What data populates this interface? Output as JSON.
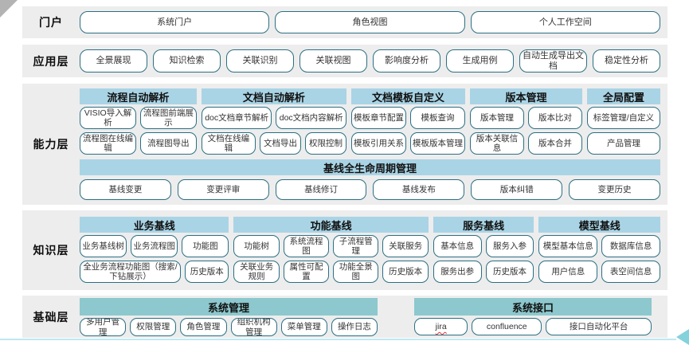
{
  "colors": {
    "band_gray": "#ededed",
    "header_blue": "#a9d4e5",
    "header_teal": "#8cc8cd",
    "box_border": "#2b6f83",
    "accent_line": "#bfe7f1",
    "arrow": "#84d2dc",
    "misspell_underline": "#e03030"
  },
  "layers": {
    "portal": {
      "label": "门户",
      "items": [
        "系统门户",
        "角色视图",
        "个人工作空间"
      ]
    },
    "application": {
      "label": "应用层",
      "items": [
        "全景展现",
        "知识检索",
        "关联识别",
        "关联视图",
        "影响度分析",
        "生成用例",
        "自动生成导出文档",
        "稳定性分析"
      ]
    },
    "capability": {
      "label": "能力层",
      "groups": [
        {
          "title": "流程自动解析",
          "rows": [
            [
              "VISIO导入解析",
              "流程图前端展示"
            ],
            [
              "流程图在线编辑",
              "流程图导出"
            ]
          ]
        },
        {
          "title": "文档自动解析",
          "rows": [
            [
              "doc文档章节解析",
              "doc文档内容解析"
            ],
            [
              "文档在线编辑",
              "文档导出",
              "权限控制"
            ]
          ]
        },
        {
          "title": "文档模板自定义",
          "rows": [
            [
              "模板章节配置",
              "模板查询"
            ],
            [
              "模板引用关系",
              "模板版本管理"
            ]
          ]
        },
        {
          "title": "版本管理",
          "rows": [
            [
              "版本管理",
              "版本比对"
            ],
            [
              "版本关联信息",
              "版本合并"
            ]
          ]
        },
        {
          "title": "全局配置",
          "rows": [
            [
              "标签管理/自定义"
            ],
            [
              "产品管理"
            ]
          ]
        }
      ],
      "baseline": {
        "title": "基线全生命周期管理",
        "items": [
          "基线变更",
          "变更评审",
          "基线修订",
          "基线发布",
          "版本纠错",
          "变更历史"
        ]
      }
    },
    "knowledge": {
      "label": "知识层",
      "groups": [
        {
          "title": "业务基线",
          "rows": [
            [
              "业务基线树",
              "业务流程图",
              "功能图"
            ],
            [
              "全业务流程功能图（搜索/下钻展示）",
              "历史版本"
            ]
          ]
        },
        {
          "title": "功能基线",
          "rows": [
            [
              "功能树",
              "系统流程图",
              "子流程管理",
              "关联服务"
            ],
            [
              "关联业务规则",
              "属性可配置",
              "功能全景图",
              "历史版本"
            ]
          ]
        },
        {
          "title": "服务基线",
          "rows": [
            [
              "基本信息",
              "服务入参"
            ],
            [
              "服务出参",
              "历史版本"
            ]
          ]
        },
        {
          "title": "模型基线",
          "rows": [
            [
              "模型基本信息",
              "数据库信息"
            ],
            [
              "用户信息",
              "表空间信息"
            ]
          ]
        }
      ]
    },
    "foundation": {
      "label": "基础层",
      "groups": [
        {
          "title": "系统管理",
          "rows": [
            [
              "多用户管理",
              "权限管理",
              "角色管理",
              "组织机构管理",
              "菜单管理",
              "操作日志"
            ]
          ]
        },
        {
          "title": "系统接口",
          "rows": [
            [
              "jira",
              "confluence",
              "接口自动化平台"
            ]
          ]
        }
      ]
    }
  }
}
